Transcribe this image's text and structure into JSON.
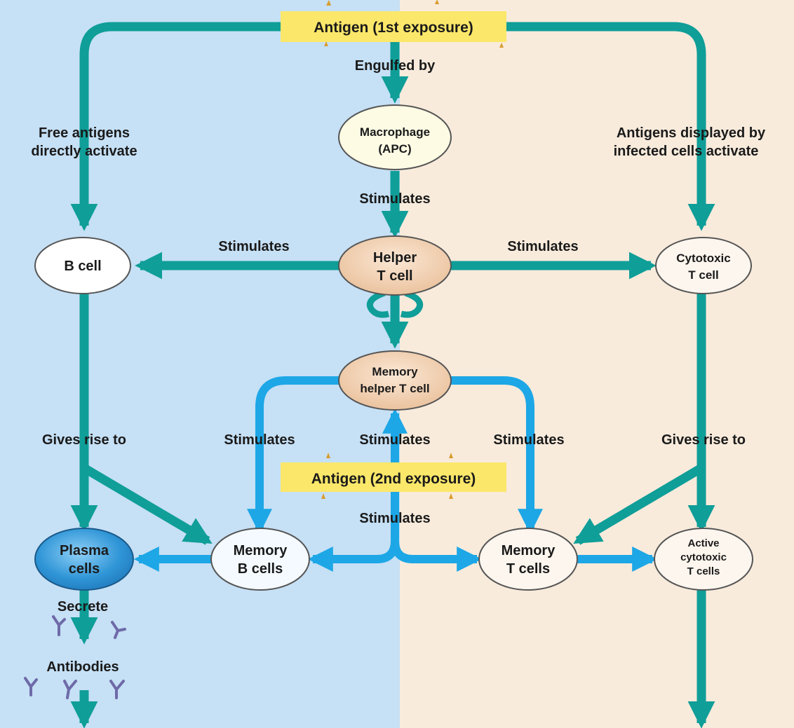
{
  "nodes": {
    "antigen1": "Antigen (1st exposure)",
    "macrophage": [
      "Macrophage",
      "(APC)"
    ],
    "helper_t": [
      "Helper",
      "T cell"
    ],
    "b_cell": "B cell",
    "cytotoxic_t": [
      "Cytotoxic",
      "T cell"
    ],
    "memory_helper_t": [
      "Memory",
      "helper T cell"
    ],
    "antigen2": "Antigen (2nd exposure)",
    "plasma": [
      "Plasma",
      "cells"
    ],
    "memory_b": [
      "Memory",
      "B cells"
    ],
    "memory_t": [
      "Memory",
      "T cells"
    ],
    "active_cytotoxic": [
      "Active",
      "cytotoxic",
      "T cells"
    ],
    "antibodies": "Antibodies"
  },
  "labels": {
    "engulfed_by": "Engulfed by",
    "free_antigens": [
      "Free antigens",
      "directly activate"
    ],
    "antigens_displayed": [
      "Antigens displayed by",
      "infected cells activate"
    ],
    "stimulates": "Stimulates",
    "gives_rise_to": "Gives rise to",
    "secrete": "Secrete"
  },
  "colors": {
    "left_bg": "#c6e0f5",
    "right_bg": "#f8ebdc",
    "primary_arrow": "#0f9e98",
    "secondary_arrow": "#1da7e6",
    "antigen_box": "#fbe76a",
    "cell_fill": "#ffffff",
    "macrophage_fill": "#fdfbe4",
    "helper_fill": "#f2d2b4",
    "plasma_fill": "#2f95d6",
    "antibody": "#6e6aa8"
  }
}
